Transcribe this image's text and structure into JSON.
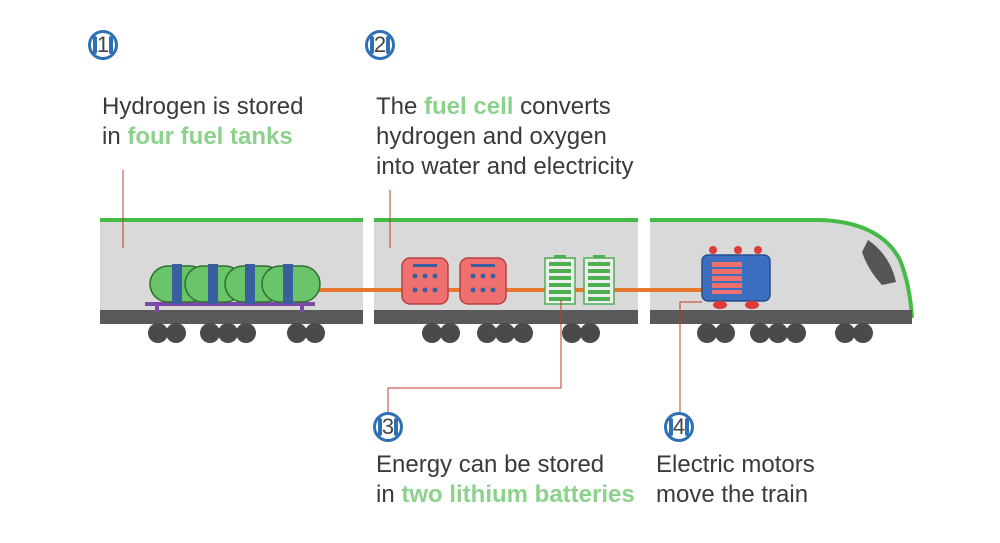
{
  "steps": [
    {
      "number": "1",
      "lines": [
        [
          "Hydrogen is stored",
          ""
        ],
        [
          "in ",
          "four fuel tanks"
        ]
      ]
    },
    {
      "number": "2",
      "lines": [
        [
          "The ",
          "fuel cell",
          " converts"
        ],
        [
          "hydrogen and oxygen",
          ""
        ],
        [
          "into water and electricity",
          ""
        ]
      ]
    },
    {
      "number": "3",
      "lines": [
        [
          "Energy can be stored",
          ""
        ],
        [
          "in ",
          "two lithium batteries"
        ]
      ]
    },
    {
      "number": "4",
      "lines": [
        [
          "Electric motors",
          ""
        ],
        [
          "move the train",
          ""
        ]
      ]
    }
  ],
  "colors": {
    "highlight": "#8cd28c",
    "badge_blue": "#2f6fb3",
    "car_body": "#d9d9d9",
    "roof_green": "#44bb44",
    "cable_orange": "#e8772e",
    "leader_red": "#c0392b",
    "wheel": "#4a4a4a"
  }
}
